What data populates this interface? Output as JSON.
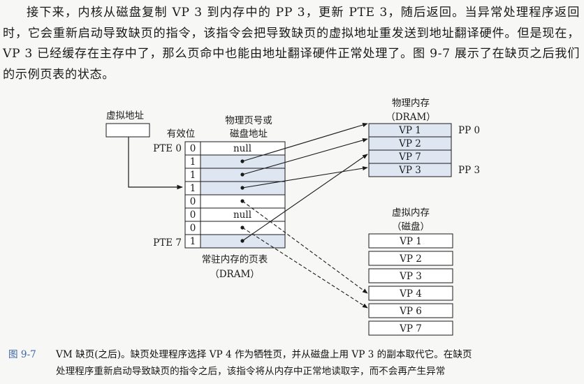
{
  "paragraph": "接下来，内核从磁盘复制 VP 3 到内存中的 PP 3，更新 PTE 3，随后返回。当异常处理程序返回时，它会重新启动导致缺页的指令，该指令会把导致缺页的虚拟地址重发送到地址翻译硬件。但是现在，VP 3 已经缓存在主存中了，那么页命中也能由地址翻译硬件正常处理了。图 9-7 展示了在缺页之后我们的示例页表的状态。",
  "figure": {
    "virtual_address_label": "虚拟地址",
    "valid_bit_label": "有效位",
    "ppn_label_line1": "物理页号或",
    "ppn_label_line2": "磁盘地址",
    "pte_first": "PTE 0",
    "pte_last": "PTE 7",
    "page_table_caption_line1": "常驻内存的页表",
    "page_table_caption_line2": "（DRAM）",
    "page_table": [
      {
        "valid": "0",
        "addr": "null"
      },
      {
        "valid": "1",
        "addr": ""
      },
      {
        "valid": "1",
        "addr": ""
      },
      {
        "valid": "1",
        "addr": ""
      },
      {
        "valid": "0",
        "addr": ""
      },
      {
        "valid": "0",
        "addr": "null"
      },
      {
        "valid": "0",
        "addr": ""
      },
      {
        "valid": "1",
        "addr": ""
      }
    ],
    "physical_memory_title_line1": "物理内存",
    "physical_memory_title_line2": "（DRAM）",
    "physical_pages": [
      "VP 1",
      "VP 2",
      "VP 7",
      "VP 3"
    ],
    "pp_first": "PP 0",
    "pp_last": "PP 3",
    "virtual_memory_title_line1": "虚拟内存",
    "virtual_memory_title_line2": "（磁盘）",
    "disk_pages": [
      "VP 1",
      "VP 2",
      "VP 3",
      "VP 4",
      "VP 6",
      "VP 7"
    ]
  },
  "caption": {
    "number": "图 9-7",
    "line1": "VM 缺页(之后)。缺页处理程序选择 VP 4 作为牺牲页，并从磁盘上用 VP 3 的副本取代它。在缺页",
    "line2": "处理程序重新启动导致缺页的指令之后，该指令将从内存中正常地读取字，而不会再产生异常"
  }
}
